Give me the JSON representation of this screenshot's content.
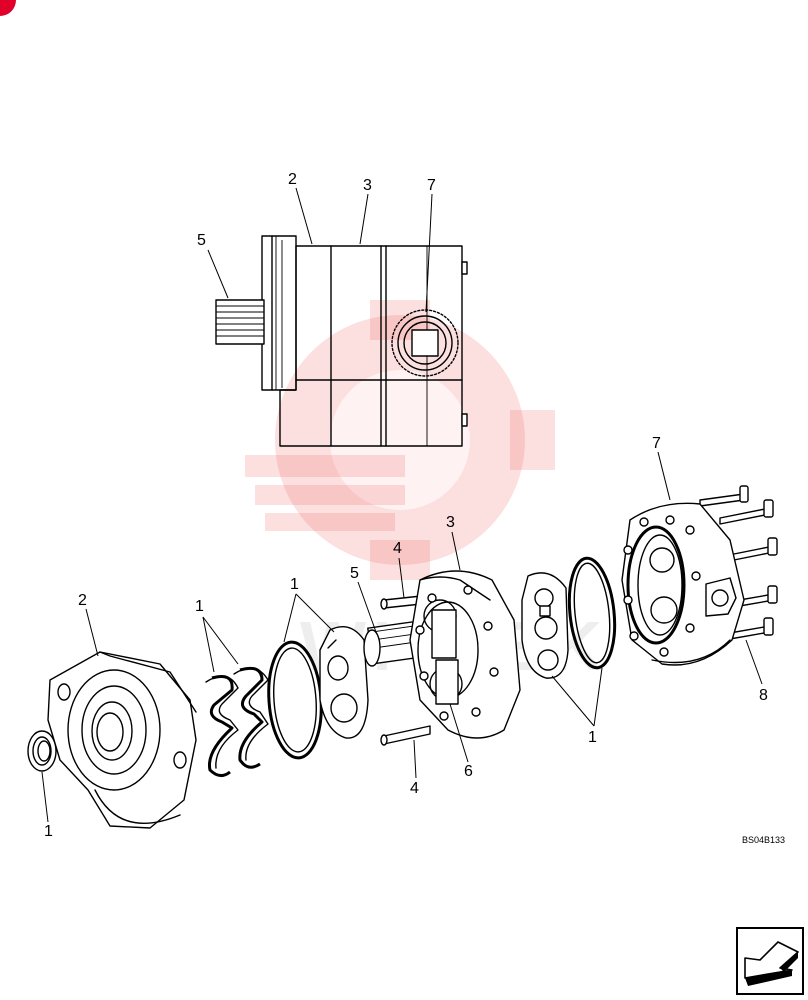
{
  "drawing": {
    "code": "BS04B133"
  },
  "assembled_view": {
    "callouts": [
      "2",
      "3",
      "7",
      "5"
    ]
  },
  "exploded_view": {
    "callouts": [
      "2",
      "1",
      "1",
      "1",
      "5",
      "4",
      "3",
      "6",
      "4",
      "1",
      "7",
      "8"
    ]
  },
  "navigation": {
    "icon": "next-page-arrow-icon"
  },
  "watermark": {
    "text": "WITPEK"
  },
  "colors": {
    "corner_mark": "#e0002a",
    "watermark": "#f06c6c"
  }
}
